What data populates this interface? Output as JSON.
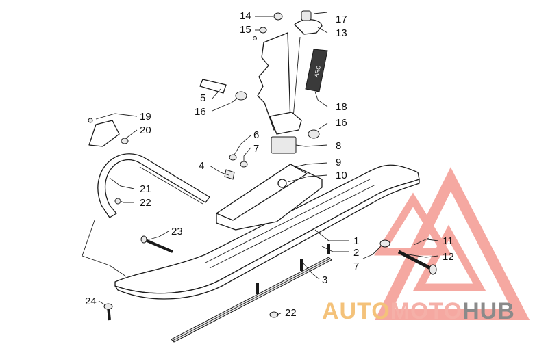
{
  "diagram": {
    "callouts": [
      "1",
      "2",
      "3",
      "4",
      "5",
      "6",
      "7",
      "7",
      "8",
      "9",
      "10",
      "11",
      "12",
      "13",
      "14",
      "15",
      "16",
      "16",
      "17",
      "18",
      "19",
      "20",
      "21",
      "22",
      "22",
      "23",
      "24"
    ]
  },
  "watermark": {
    "part1": "AUTO",
    "part2": "MOTO",
    "part3": "HUB",
    "colors": {
      "auto": "#f4c27a",
      "moto": "#f5b0a8",
      "hub": "#8a8a8a",
      "triangle": "#f28b82"
    }
  },
  "icons": [
    "warning-triangle-arrow-icon",
    "ski-part-logo-icon"
  ]
}
